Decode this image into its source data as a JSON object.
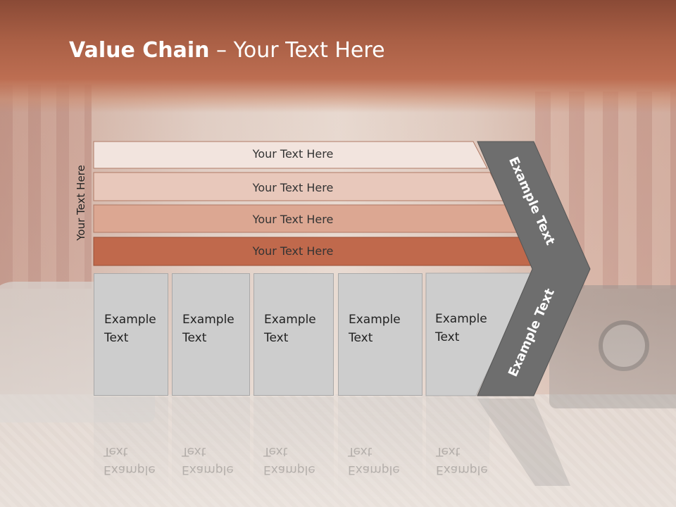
{
  "title": {
    "bold": "Value Chain",
    "rest": " – Your Text Here"
  },
  "side_label": "Your Text Here",
  "rows": [
    "Your Text Here",
    "Your Text Here",
    "Your Text Here",
    "Your Text Here"
  ],
  "row_colors": [
    "#f2e4de",
    "#e8c8bb",
    "#dca792",
    "#c0694c"
  ],
  "columns": [
    "Example\nText",
    "Example\nText",
    "Example\nText",
    "Example\nText",
    "Example\nText"
  ],
  "chevron_top": "Example Text",
  "chevron_bottom": "Example Text",
  "colors": {
    "header": "#b0634a",
    "chevron": "#6e6e6e",
    "column": "#cdcdcd"
  }
}
